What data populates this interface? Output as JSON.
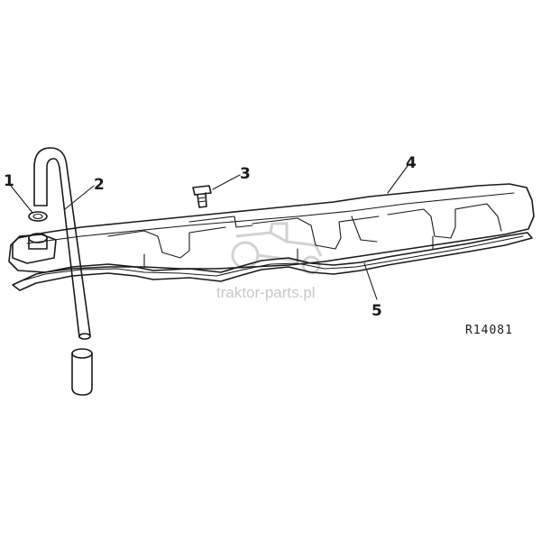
{
  "diagram": {
    "callouts": [
      {
        "id": "1",
        "part": "o-ring"
      },
      {
        "id": "2",
        "part": "breather-tube"
      },
      {
        "id": "3",
        "part": "cap-screw"
      },
      {
        "id": "4",
        "part": "rocker-arm-cover"
      },
      {
        "id": "5",
        "part": "gasket"
      }
    ],
    "reference_code": "R14081",
    "watermark": {
      "text": "traktor-parts.pl",
      "color": "#c8c8c8"
    }
  }
}
